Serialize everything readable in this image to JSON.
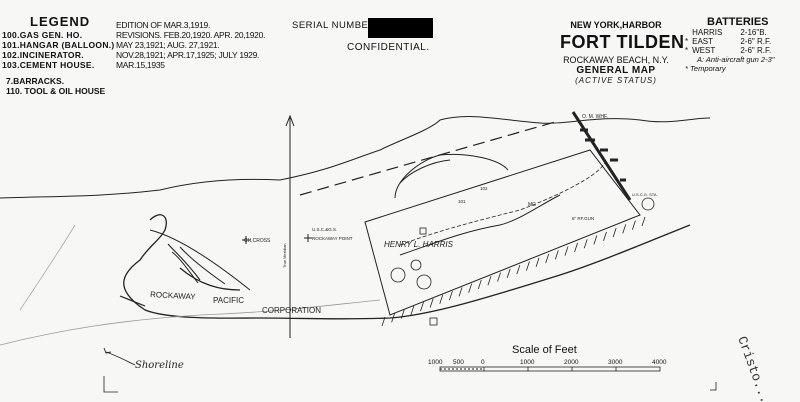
{
  "legend": {
    "title": "LEGEND",
    "items": [
      "100.GAS GEN. HO.",
      "101.HANGAR (BALLOON.)",
      "102.INCINERATOR.",
      "103.CEMENT HOUSE."
    ],
    "items2": [
      "7.BARRACKS.",
      "110. TOOL & OIL HOUSE"
    ]
  },
  "editions": [
    "EDITION OF MAR.3,1919.",
    "REVISIONS. FEB.20,1920. APR. 20,1920.",
    "MAY 23,1921; AUG. 27,1921.",
    "NOV.28,1921; APR.17,1925; JULY 1929.",
    "MAR.15,1935"
  ],
  "serial_label": "SERIAL NUMBER",
  "classification": "CONFIDENTIAL.",
  "title_block": {
    "harbor": "NEW YORK,HARBOR",
    "fort": "FORT TILDEN",
    "location": "ROCKAWAY BEACH, N.Y.",
    "map_type": "GENERAL MAP",
    "status": "(ACTIVE STATUS)"
  },
  "batteries": {
    "title": "BATTERIES",
    "rows": [
      {
        "mark": "",
        "name": "HARRIS",
        "guns": "2-16\"B."
      },
      {
        "mark": "*",
        "name": "EAST",
        "guns": "2-6\" R.F."
      },
      {
        "mark": "*",
        "name": "WEST",
        "guns": "2-6\" R.F."
      }
    ],
    "aa_note": "A: Anti-aircraft gun 2-3\"",
    "temp_note": "* Temporary"
  },
  "map_labels": {
    "rockaway": "ROCKAWAY",
    "pacific": "PACIFIC",
    "corporation": "CORPORATION",
    "ch_cross": "CH.CROSS",
    "uscgs": "U.S.C.&G.S.",
    "rockaway_point": "ROCKAWAY POINT",
    "meridian": "True Meridian",
    "henry_harris": "HENRY L. HARRIS",
    "om_wht": "O. M. WHF.",
    "mg": "MG",
    "rf_gun": "6\" RF.GUN",
    "uscg_sta": "U.S.C.G. STA.",
    "shoreline": "Shoreline",
    "b102": "102",
    "b101": "101"
  },
  "scale": {
    "title": "Scale of Feet",
    "ticks": [
      "1000",
      "500",
      "0",
      "1000",
      "2000",
      "3000",
      "4000"
    ]
  },
  "stamp": {
    "text": "Cristo..."
  }
}
